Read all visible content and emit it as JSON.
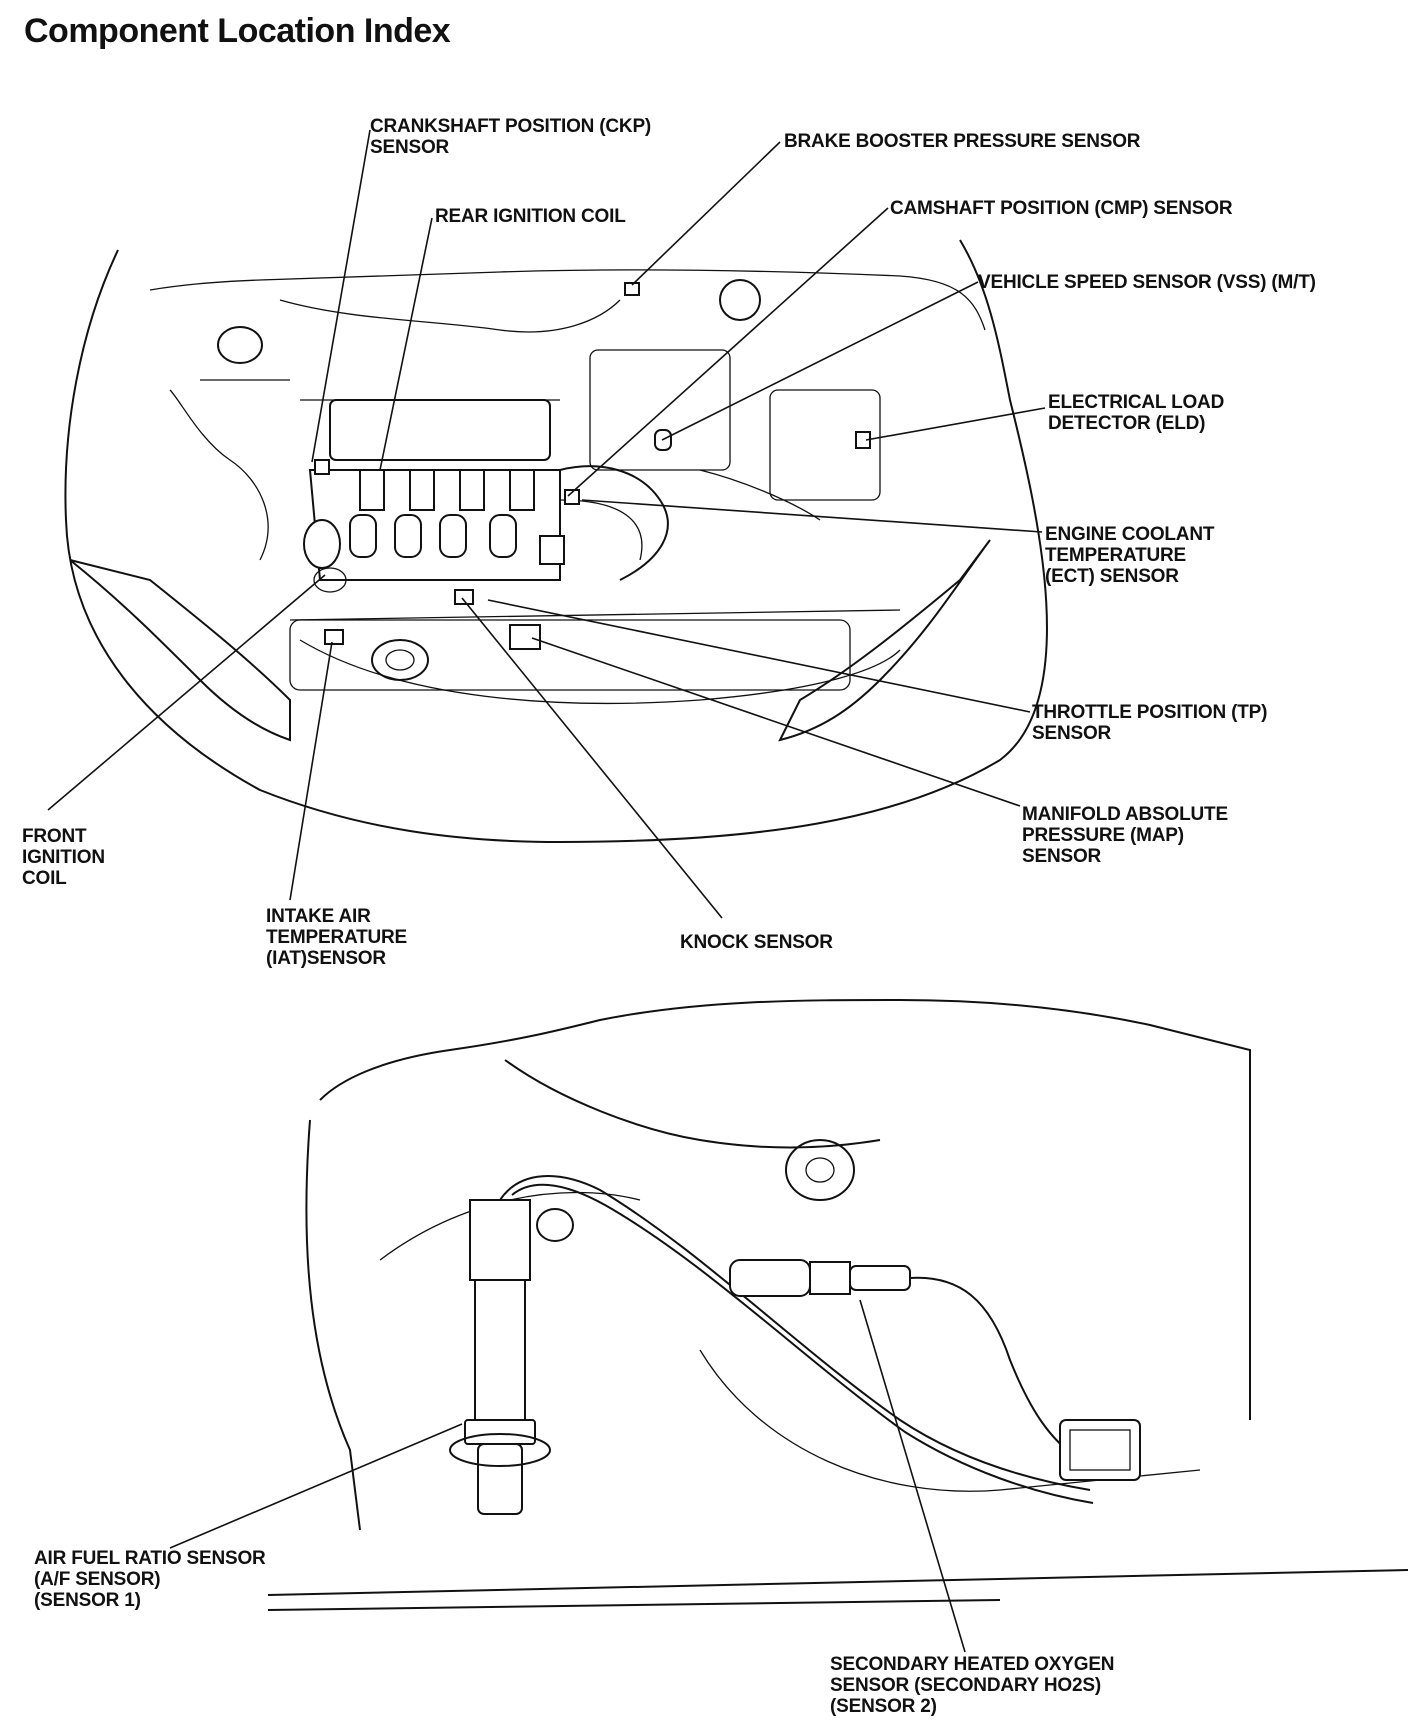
{
  "title": "Component Location Index",
  "callouts": {
    "ckp": [
      "CRANKSHAFT POSITION (CKP)",
      "SENSOR"
    ],
    "rear_coil": [
      "REAR IGNITION COIL"
    ],
    "brake_booster": [
      "BRAKE BOOSTER PRESSURE SENSOR"
    ],
    "cmp": [
      "CAMSHAFT POSITION (CMP) SENSOR"
    ],
    "vss": [
      "VEHICLE SPEED SENSOR (VSS) (M/T)"
    ],
    "eld": [
      "ELECTRICAL LOAD",
      "DETECTOR (ELD)"
    ],
    "ect": [
      "ENGINE COOLANT",
      "TEMPERATURE",
      "(ECT) SENSOR"
    ],
    "tp": [
      "THROTTLE POSITION (TP)",
      "SENSOR"
    ],
    "map": [
      "MANIFOLD ABSOLUTE",
      "PRESSURE (MAP)",
      "SENSOR"
    ],
    "front_coil": [
      "FRONT",
      "IGNITION",
      "COIL"
    ],
    "iat": [
      "INTAKE AIR",
      "TEMPERATURE",
      "(IAT)SENSOR"
    ],
    "knock": [
      "KNOCK SENSOR"
    ],
    "af": [
      "AIR FUEL RATIO SENSOR",
      "(A/F SENSOR)",
      "(SENSOR 1)"
    ],
    "ho2s": [
      "SECONDARY HEATED OXYGEN",
      "SENSOR (SECONDARY HO2S)",
      "(SENSOR 2)"
    ]
  }
}
